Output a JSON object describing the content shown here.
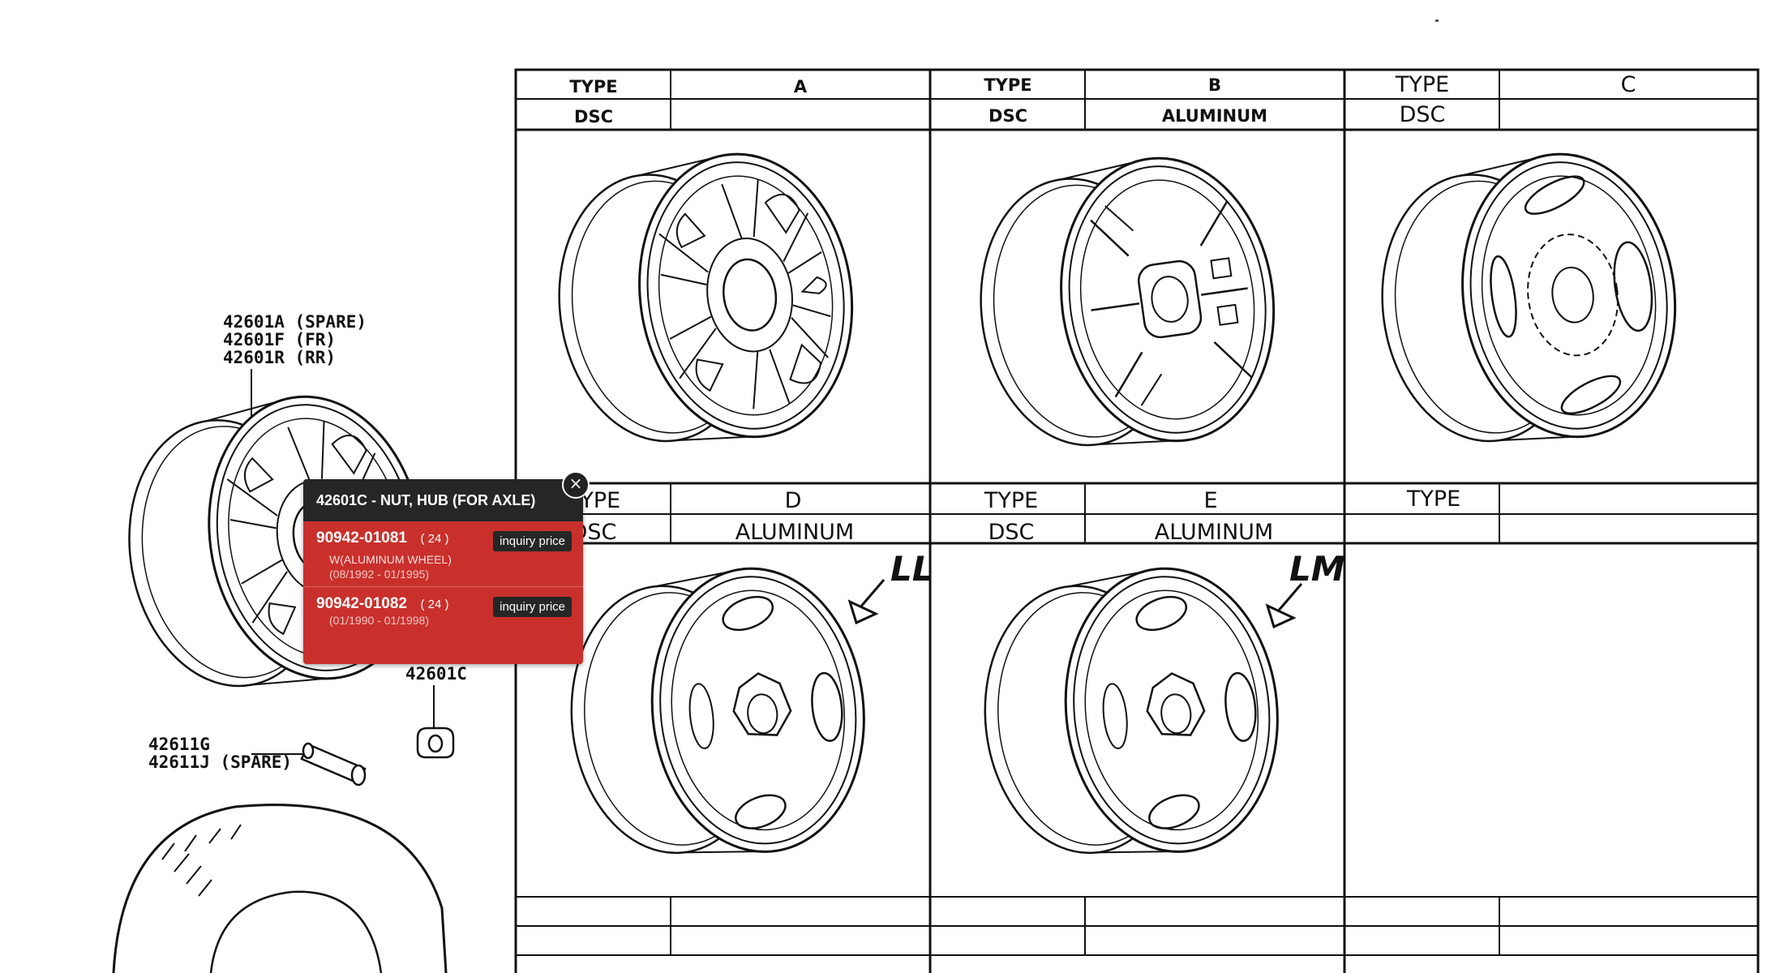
{
  "table": {
    "type_label": "TYPE",
    "dsc_label": "DSC",
    "columns_top": [
      {
        "type": "A",
        "dsc": ""
      },
      {
        "type": "B",
        "dsc": "ALUMINUM"
      },
      {
        "type": "C",
        "dsc": ""
      }
    ],
    "columns_bottom": [
      {
        "type": "D",
        "dsc": "ALUMINUM"
      },
      {
        "type": "E",
        "dsc": "ALUMINUM"
      },
      {
        "type": "",
        "dsc": ""
      }
    ]
  },
  "annotations": {
    "arrow_d_label": "LL",
    "arrow_e_label": "LM"
  },
  "callouts": {
    "wheel_line1": "42601A (SPARE)",
    "wheel_line2": "42601F (FR)",
    "wheel_line3": "42601R (RR)",
    "nut": "42601C",
    "valve_line1": "42611G",
    "valve_line2": "42611J (SPARE)"
  },
  "popup": {
    "title": "42601C - NUT, HUB (FOR AXLE)",
    "close_symbol": "×",
    "parts": [
      {
        "number": "90942-01081",
        "qty": "( 24 )",
        "button": "inquiry price",
        "note": "W(ALUMINUM WHEEL)",
        "date": "(08/1992 - 01/1995)"
      },
      {
        "number": "90942-01082",
        "qty": "( 24 )",
        "button": "inquiry price",
        "note": "",
        "date": "(01/1990 - 01/1998)"
      }
    ]
  }
}
